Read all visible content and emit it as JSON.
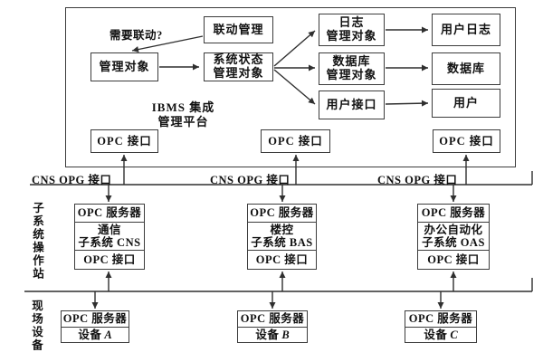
{
  "platform": {
    "title_line1": "IBMS 集成",
    "title_line2": "管理平台",
    "question_label": "需要联动?",
    "linkage": "联动管理",
    "managed_object": "管理对象",
    "system_status_line1": "系统状态",
    "system_status_line2": "管理对象",
    "log_line1": "日志",
    "log_line2": "管理对象",
    "user_log": "用户日志",
    "db_line1": "数据库",
    "db_line2": "管理对象",
    "database": "数据库",
    "user_interface": "用户接口",
    "user": "用户",
    "opc1": "OPC 接口",
    "opc2": "OPC 接口",
    "opc3": "OPC 接口"
  },
  "bus_labels": [
    "CNS OPG 接口",
    "CNS OPG 接口",
    "CNS OPG 接口"
  ],
  "sections": {
    "subsystem_station": "子系统操作站",
    "field_devices": "现场设备"
  },
  "subsystems": [
    {
      "server": "OPC 服务器",
      "name_line1": "通信",
      "name_line2": "子系统 CNS",
      "interface": "OPC 接口"
    },
    {
      "server": "OPC 服务器",
      "name_line1": "楼控",
      "name_line2": "子系统 BAS",
      "interface": "OPC 接口"
    },
    {
      "server": "OPC 服务器",
      "name_line1": "办公自动化",
      "name_line2": "子系统 OAS",
      "interface": "OPC 接口"
    }
  ],
  "devices": [
    {
      "server": "OPC 服务器",
      "label": "设备",
      "letter": "A"
    },
    {
      "server": "OPC 服务器",
      "label": "设备",
      "letter": "B"
    },
    {
      "server": "OPC 服务器",
      "label": "设备",
      "letter": "C"
    }
  ],
  "colors": {
    "line": "#2f2f2f",
    "text": "#111111",
    "background": "#ffffff"
  }
}
